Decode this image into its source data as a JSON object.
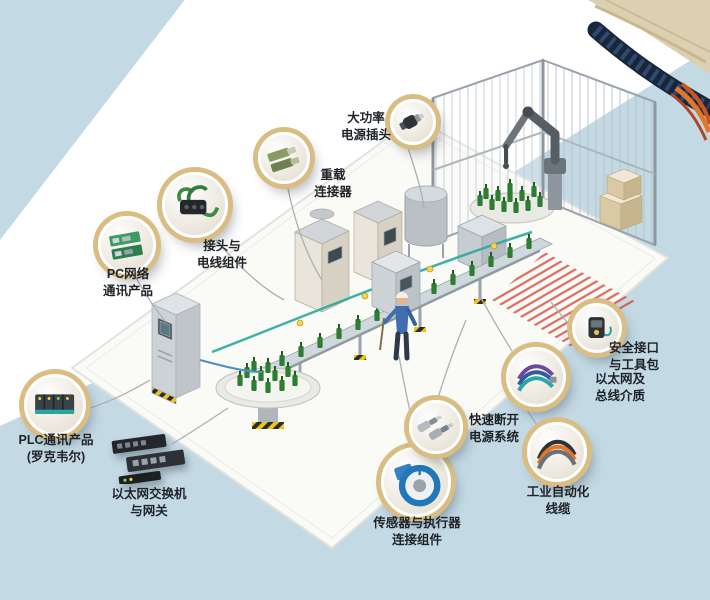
{
  "colors": {
    "background_blue": "#c3d9e4",
    "ring_gold": "#d9bd83",
    "bottle_green": "#2e7d32",
    "conveyor_teal": "#2aa7a0",
    "safety_red": "#d6473a",
    "label_text": "#1f2328"
  },
  "callouts": [
    {
      "id": "power-plug",
      "icon": "power-plug-icon",
      "label": "大功率\n电源插头"
    },
    {
      "id": "heavy-connector",
      "icon": "heavy-connector-icon",
      "label": "重载\n连接器"
    },
    {
      "id": "cordset",
      "icon": "cordset-icon",
      "label": "接头与\n电线组件"
    },
    {
      "id": "pc-network",
      "icon": "network-card-icon",
      "label": "PC网络\n通讯产品"
    },
    {
      "id": "plc-comm",
      "icon": "plc-module-icon",
      "label": "PLC通讯产品\n(罗克韦尔)"
    },
    {
      "id": "ethernet-switch",
      "icon": "ethernet-switch-icon",
      "label": "以太网交换机\n与网关"
    },
    {
      "id": "sensor-actuator",
      "icon": "sensor-icon",
      "label": "传感器与执行器\n连接组件"
    },
    {
      "id": "quick-disconnect",
      "icon": "quick-disconnect-icon",
      "label": "快速断开\n电源系统"
    },
    {
      "id": "bus-media",
      "icon": "bus-media-icon",
      "label": "以太网及\n总线介质"
    },
    {
      "id": "safety-interface",
      "icon": "safety-interface-icon",
      "label": "安全接口\n与工具包"
    },
    {
      "id": "automation-cable",
      "icon": "automation-cable-icon",
      "label": "工业自动化\n线缆"
    }
  ]
}
